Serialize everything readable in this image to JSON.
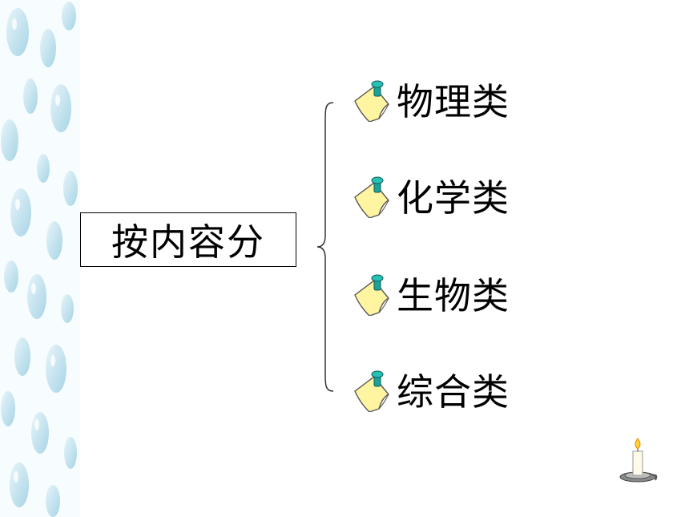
{
  "root": {
    "label": "按内容分"
  },
  "branches": [
    {
      "label": "物理类",
      "icon": "pinned-note-icon"
    },
    {
      "label": "化学类",
      "icon": "pinned-note-icon"
    },
    {
      "label": "生物类",
      "icon": "pinned-note-icon"
    },
    {
      "label": "综合类",
      "icon": "pinned-note-icon"
    }
  ],
  "decorations": {
    "left_strip": "water-droplets",
    "corner_icon": "candle-icon"
  },
  "colors": {
    "text": "#000000",
    "note_fill": "#fff4a0",
    "pin": "#1aa39a",
    "droplet": "#bfe3f0"
  }
}
